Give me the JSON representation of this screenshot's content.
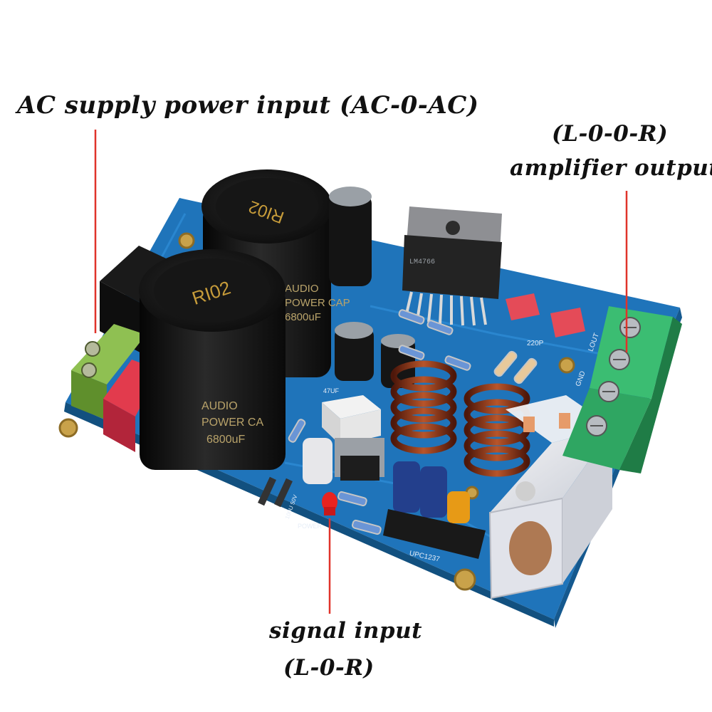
{
  "labels": {
    "ac_input": "AC supply power input (AC-0-AC)",
    "output_line1": "(L-0-0-R)",
    "output_line2": "amplifier output",
    "signal_line1": "signal input",
    "signal_line2": "(L-0-R)"
  },
  "board_markings": {
    "capacitor_top_1": "RI02",
    "capacitor_top_2": "RI02",
    "capacitor_side_1": "AUDIO",
    "capacitor_side_2": "POWER CAP",
    "capacitor_side_3": "6800uF",
    "capacitor_side_4": "AUDIO",
    "capacitor_side_5": "POWER CA",
    "capacitor_side_6": "6800uF",
    "cap_220p": "220P",
    "cap_47uf": "47UF",
    "output_lout": "LOUT",
    "output_gnd": "GND",
    "power_led": "POWER",
    "ic_upc1237": "UPC1237",
    "ic_lm4766": "LM4766",
    "cap_100u": "100U 50V"
  },
  "colors": {
    "pcb": "#1d6fb3",
    "pcb_dark": "#175a92",
    "terminal_green": "#34b36b",
    "annotation_line": "#e0332a",
    "coil": "#7a2a12",
    "capacitor_body": "#141414",
    "capacitor_top": "#c79c3a"
  },
  "icons": {
    "ac_pointer": "red-pointer-line",
    "out_pointer": "red-pointer-line",
    "sig_pointer": "red-pointer-line"
  }
}
